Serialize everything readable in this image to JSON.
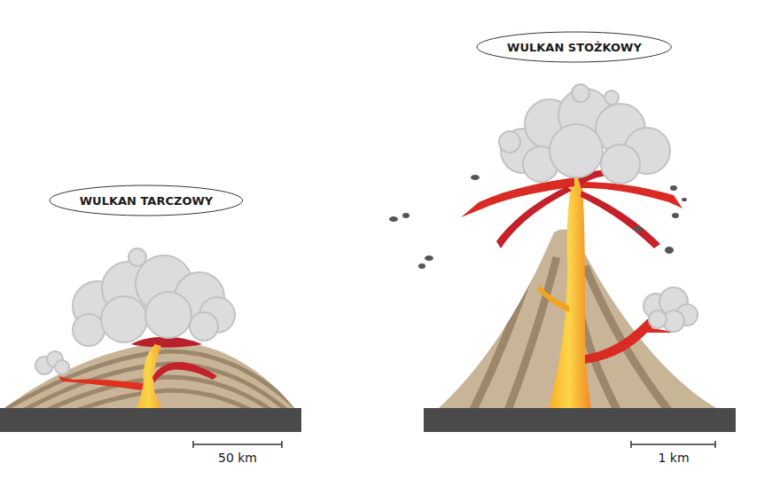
{
  "diagram": {
    "nodes": [
      {
        "text": [
          "WULKAN TARCZOWY"
        ]
      },
      {
        "text": [
          "WULKAN STOŻKOWY"
        ]
      }
    ],
    "labels": [
      "50 km",
      "1 km"
    ]
  }
}
